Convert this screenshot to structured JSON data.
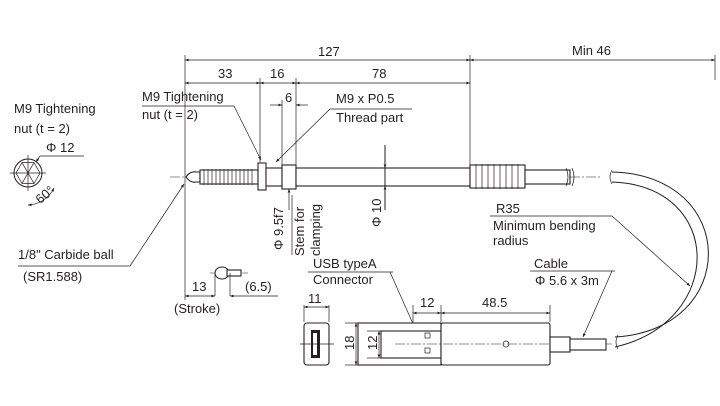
{
  "dimensions": {
    "overall_length": "127",
    "min_cable": "Min 46",
    "tip_to_nut": "33",
    "nut_to_body": "16",
    "body_length": "78",
    "clamp_length": "6",
    "stroke": "13",
    "tip_extra": "(6.5)",
    "stroke_label": "(Stroke)",
    "stem_dia": "Φ 9.5f7",
    "body_dia": "Φ 10",
    "usb_width": "11",
    "usb_height": "18",
    "usb_plug_height": "12",
    "usb_plug_length": "12",
    "usb_body_length": "48.5"
  },
  "labels": {
    "nut_detail_line1": "M9 Tightening",
    "nut_detail_line2": "nut (t = 2)",
    "nut_detail_dia": "Φ 12",
    "nut_angle": "60°",
    "nut_line1": "M9 Tightening",
    "nut_line2": "nut (t = 2)",
    "thread_line1": "M9 x P0.5",
    "thread_line2": "Thread part",
    "stem_line1": "Stem for",
    "stem_line2": "clamping",
    "ball_line1": "1/8\" Carbide ball",
    "ball_line2": "(SR1.588)",
    "bend_line1": "R35",
    "bend_line2": "Minimum bending",
    "bend_line3": "radius",
    "usb_line1": "USB typeA",
    "usb_line2": "Connector",
    "cable_line1": "Cable",
    "cable_line2": "Φ 5.6 x 3m"
  }
}
